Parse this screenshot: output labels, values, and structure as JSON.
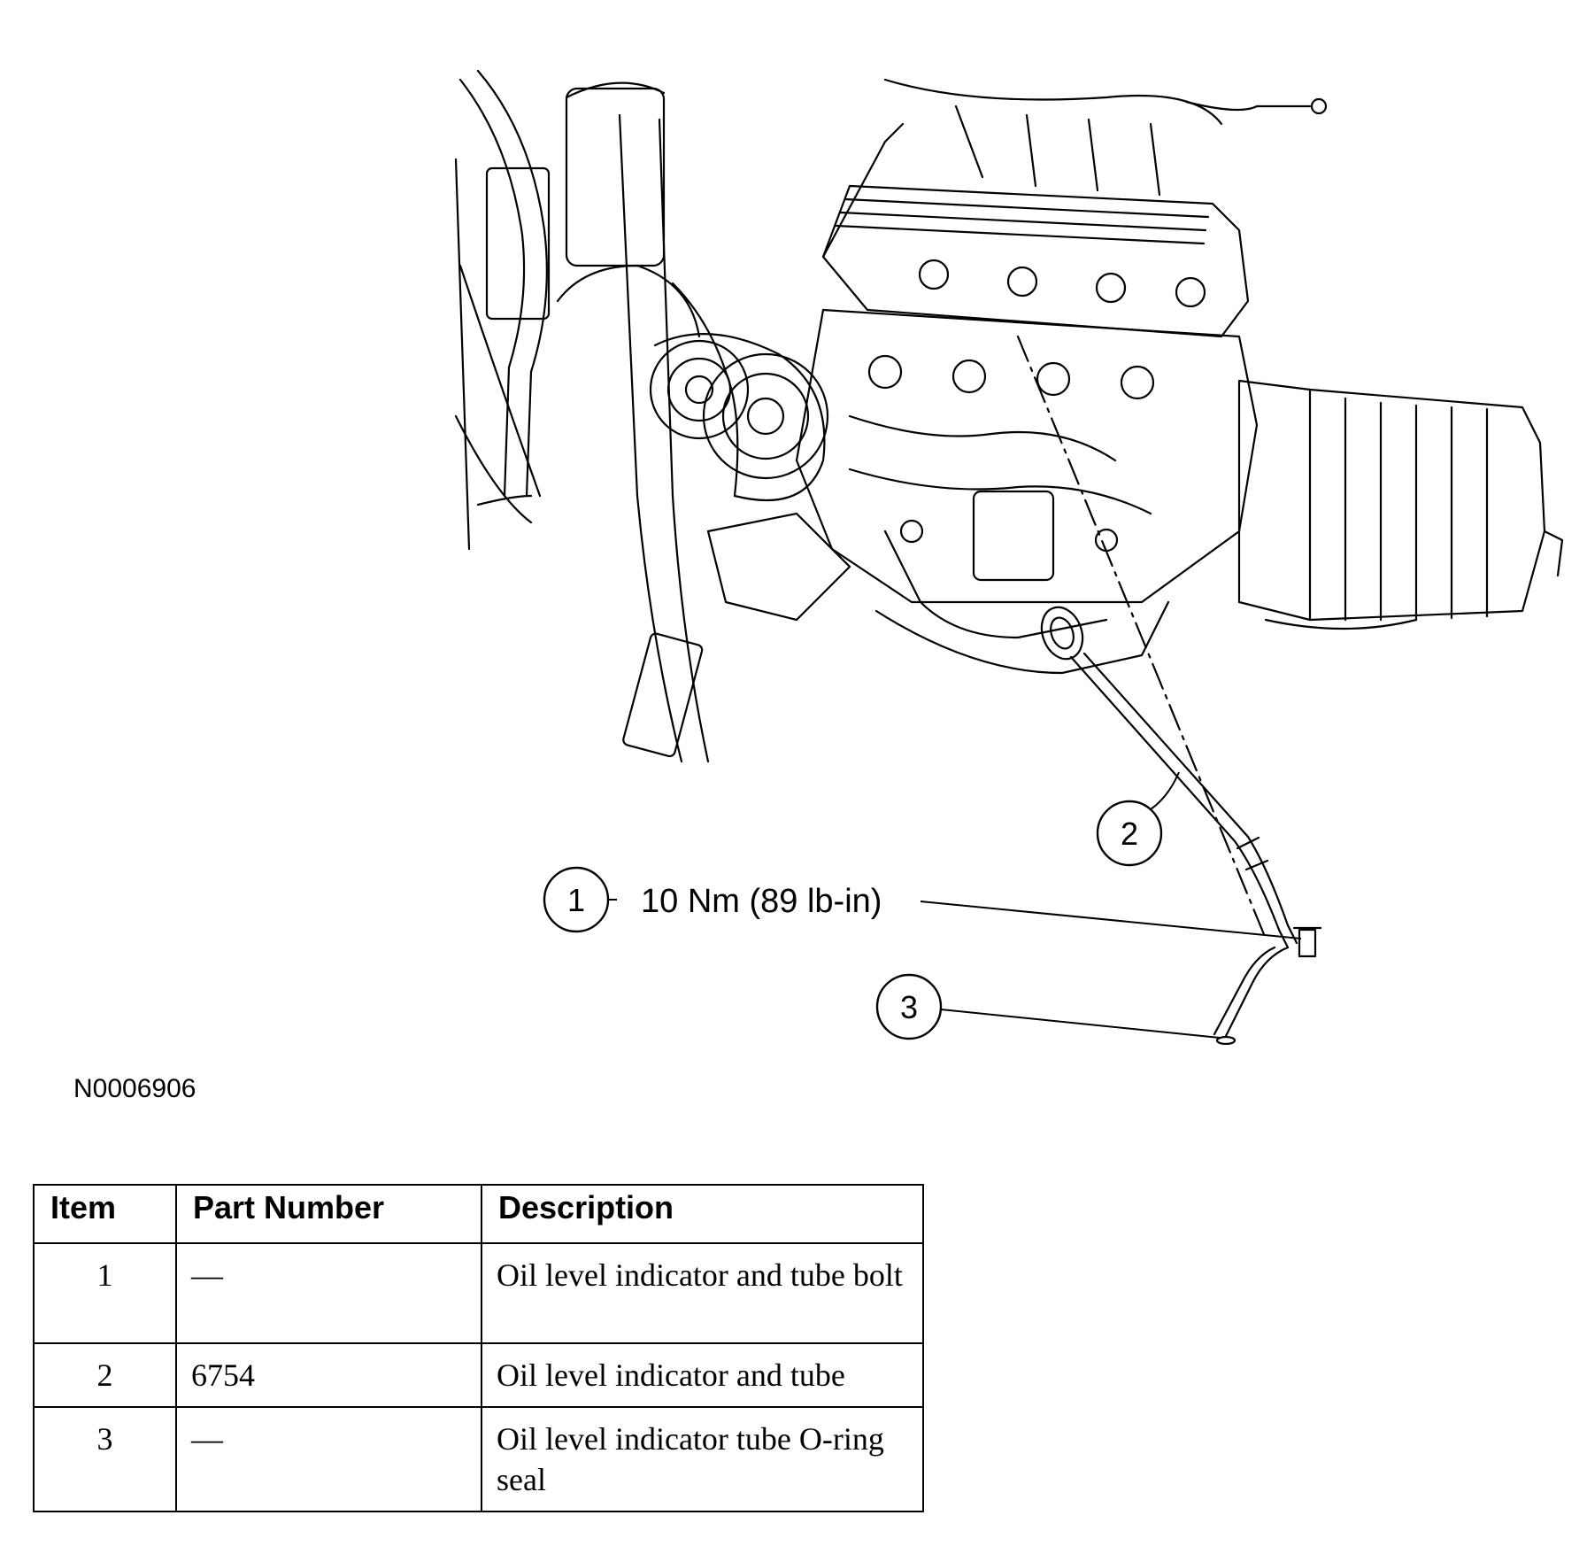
{
  "figure": {
    "id": "N0006906",
    "callouts": [
      {
        "number": "1",
        "text": "10 Nm (89 lb-in)"
      },
      {
        "number": "2",
        "text": ""
      },
      {
        "number": "3",
        "text": ""
      }
    ]
  },
  "table": {
    "headers": [
      "Item",
      "Part Number",
      "Description"
    ],
    "rows": [
      {
        "item": "1",
        "part": "—",
        "description": "Oil level indicator and tube bolt"
      },
      {
        "item": "2",
        "part": "6754",
        "description": "Oil level indicator and tube"
      },
      {
        "item": "3",
        "part": "—",
        "description": "Oil level indicator tube O-ring seal"
      }
    ]
  }
}
